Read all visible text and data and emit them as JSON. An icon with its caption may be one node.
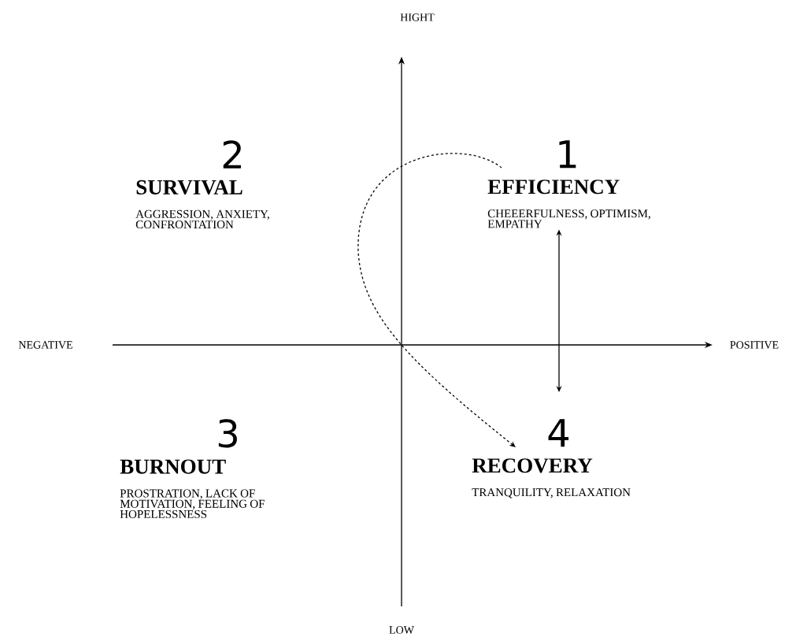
{
  "diagram": {
    "nodes": [
      {
        "text": [
          "2",
          "SURVIVAL",
          "AGGRESSION, ANXIETY, CONFRONTATION"
        ]
      },
      {
        "text": [
          "1",
          "EFFICIENCY",
          "CHEEERFULNESS, OPTIMISM, EMPATHY"
        ]
      },
      {
        "text": [
          "3",
          "BURNOUT",
          "PROSTRATION, LACK OF MOTIVATION, FEELING OF HOPELESSNESS"
        ]
      },
      {
        "text": [
          "4",
          "RECOVERY",
          "TRANQUILITY, RELAXATION"
        ]
      }
    ],
    "edges": [
      {
        "from": 1,
        "to": 3,
        "arrow": "both"
      },
      {
        "from": 1,
        "to": 3,
        "arrow": "to",
        "style": "dashed"
      }
    ],
    "labels": [
      "HIGHT",
      "NEGATIVE",
      "POSITIVE",
      "LOW"
    ]
  }
}
